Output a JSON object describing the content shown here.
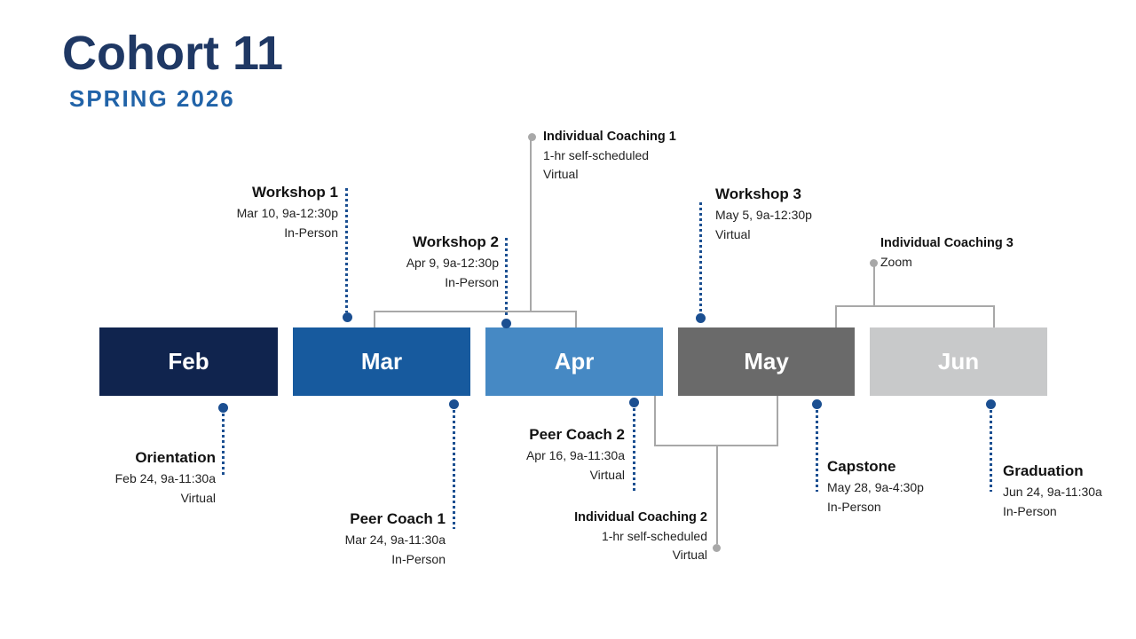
{
  "header": {
    "title": "Cohort 11",
    "subtitle": "SPRING 2026"
  },
  "palette": {
    "title_navy": "#1F3864",
    "subtitle_blue": "#2163A8",
    "event_dot_blue": "#1B4F91",
    "connector_gray": "#A8A8A8"
  },
  "timeline": {
    "months": [
      {
        "label": "Feb",
        "color": "#10244E"
      },
      {
        "label": "Mar",
        "color": "#175A9E"
      },
      {
        "label": "Apr",
        "color": "#4689C4"
      },
      {
        "label": "May",
        "color": "#6A6A6A"
      },
      {
        "label": "Jun",
        "color": "#C8C9CA"
      }
    ]
  },
  "events": {
    "workshop1": {
      "title": "Workshop 1",
      "datetime": "Mar 10, 9a-12:30p",
      "location": "In-Person"
    },
    "workshop2": {
      "title": "Workshop 2",
      "datetime": "Apr 9, 9a-12:30p",
      "location": "In-Person"
    },
    "workshop3": {
      "title": "Workshop 3",
      "datetime": "May 5, 9a-12:30p",
      "location": "Virtual"
    },
    "individual_coaching1": {
      "title": "Individual Coaching 1",
      "detail": "1-hr self-scheduled",
      "location": "Virtual"
    },
    "individual_coaching2": {
      "title": "Individual Coaching 2",
      "detail": "1-hr self-scheduled",
      "location": "Virtual"
    },
    "individual_coaching3": {
      "title": "Individual Coaching 3",
      "location": "Zoom"
    },
    "orientation": {
      "title": "Orientation",
      "datetime": "Feb 24, 9a-11:30a",
      "location": "Virtual"
    },
    "peer_coach1": {
      "title": "Peer Coach 1",
      "datetime": "Mar 24, 9a-11:30a",
      "location": "In-Person"
    },
    "peer_coach2": {
      "title": "Peer Coach 2",
      "datetime": "Apr 16, 9a-11:30a",
      "location": "Virtual"
    },
    "capstone": {
      "title": "Capstone",
      "datetime": "May 28, 9a-4:30p",
      "location": "In-Person"
    },
    "graduation": {
      "title": "Graduation",
      "datetime": "Jun 24, 9a-11:30a",
      "location": "In-Person"
    }
  }
}
